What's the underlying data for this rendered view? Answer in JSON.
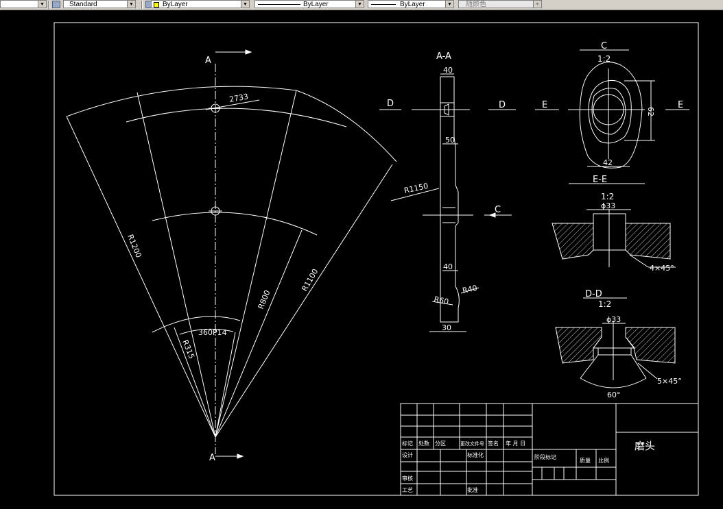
{
  "toolbar": {
    "style_value": "Standard",
    "layer_value": "ByLayer",
    "layer_color": "#ffff00",
    "linetype_value": "ByLayer",
    "lineweight_value": "ByLayer",
    "plotstyle_value": "随颜色"
  },
  "drawing": {
    "sections": {
      "aa_title": "A-A",
      "c_title": "C",
      "c_scale": "1:2",
      "ee_title": "E-E",
      "ee_scale": "1:2",
      "dd_title": "D-D",
      "dd_scale": "1:2"
    },
    "markers": {
      "a_top": "A",
      "a_bottom": "A",
      "d_left": "D",
      "d_right": "D",
      "e_left": "E",
      "e_right": "E",
      "c_arrow": "C"
    },
    "dims": {
      "d_2733": "2733",
      "d_r1200": "R1200",
      "d_r800": "R800",
      "d_r1100": "R1100",
      "d_r315": "R315",
      "d_360p14": "360P14",
      "d_40_top": "40",
      "d_50": "50",
      "d_r1150": "R1150",
      "d_40_mid": "40",
      "d_r40": "R40",
      "d_r60": "R60",
      "d_30": "30",
      "d_62": "62",
      "d_42": "42",
      "d_phi33_e": "ϕ33",
      "d_4x45": "4×45°",
      "d_phi33_d": "ϕ33",
      "d_5x45": "5×45°",
      "d_60deg": "60°"
    },
    "title_block": {
      "r1c1": "标记",
      "r1c2": "处数",
      "r1c3": "分区",
      "r1c4": "更改文件号",
      "r1c5": "签名",
      "r1c6": "年 月 日",
      "design": "设计",
      "standardize": "标准化",
      "stage_mark": "阶段标记",
      "weight": "质量",
      "scale": "比例",
      "review": "审核",
      "process": "工艺",
      "approve": "批准",
      "part_name": "磨头"
    }
  }
}
